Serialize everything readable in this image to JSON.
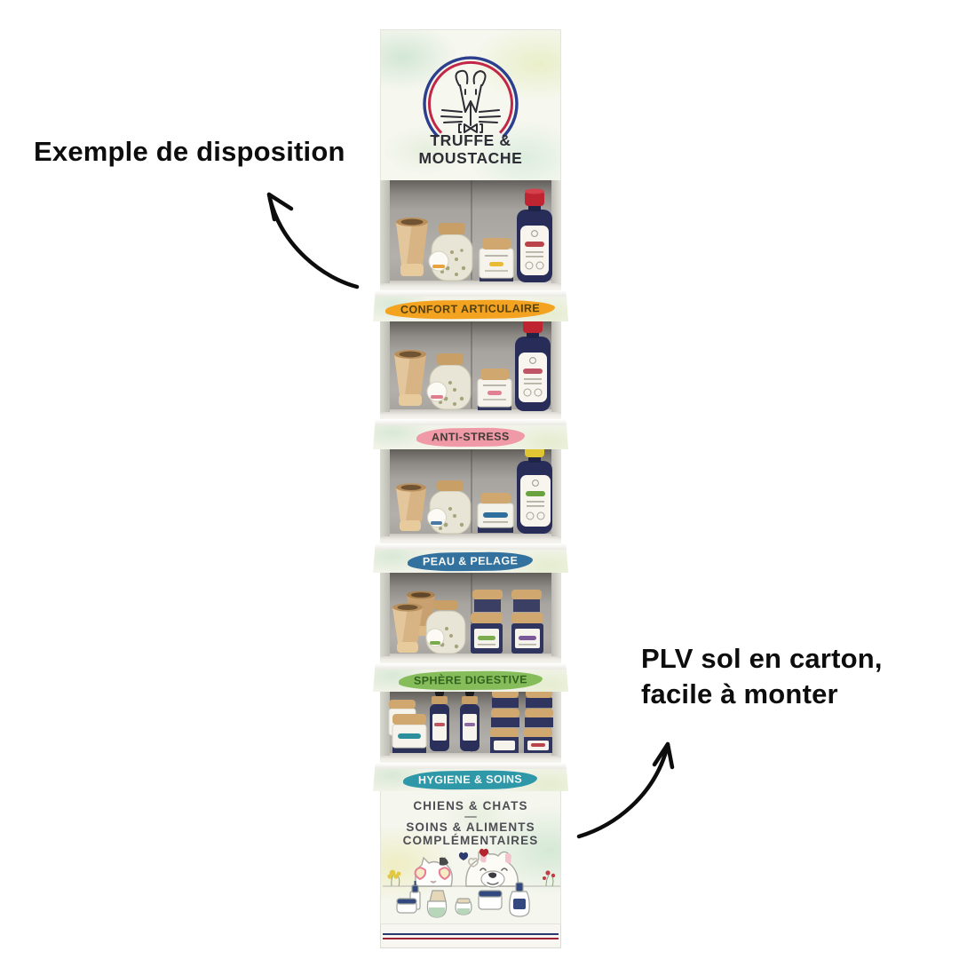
{
  "poster": {
    "background": "#ffffff",
    "annotation_left": {
      "text": "Exemple de disposition"
    },
    "annotation_right": {
      "line1": "PLV sol en carton,",
      "line2": "facile à monter"
    },
    "display": {
      "brand": {
        "line1": "TRUFFE &",
        "line2": "MOUSTACHE",
        "arc_outer_color": "#2c3f8f",
        "arc_inner_color": "#c22747",
        "ink_color": "#2d2d35"
      },
      "shelves": [
        {
          "label": "CONFORT ARTICULAIRE",
          "swoosh_color": "#f3a31f",
          "label_color": "#52400f"
        },
        {
          "label": "ANTI-STRESS",
          "swoosh_color": "#ef9aa6",
          "label_color": "#413c38"
        },
        {
          "label": "PEAU & PELAGE",
          "swoosh_color": "#33719f",
          "label_color": "#f4f7f3"
        },
        {
          "label": "SPHÈRE DIGESTIVE",
          "swoosh_color": "#84bd5a",
          "label_color": "#33621f"
        },
        {
          "label": "HYGIENE & SOINS",
          "swoosh_color": "#2f98a8",
          "label_color": "#f4f7f3"
        }
      ],
      "footer": {
        "audience": "CHIENS & CHATS",
        "line2": "SOINS & ALIMENTS",
        "line3": "COMPLÉMENTAIRES"
      },
      "base_stripes": {
        "blue": "#2a3a6e",
        "red": "#9c2334"
      }
    }
  }
}
